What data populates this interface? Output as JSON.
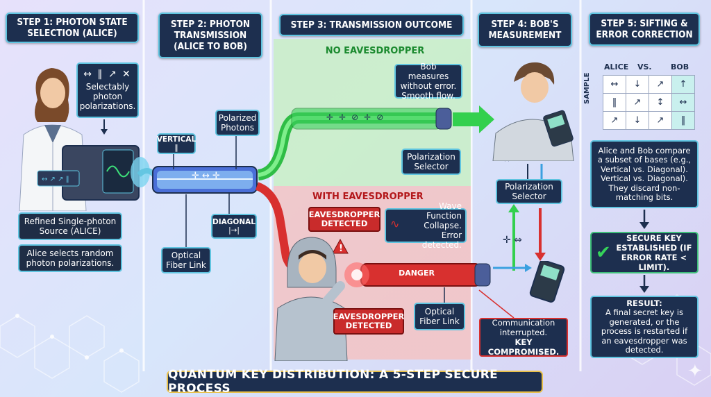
{
  "steps": [
    {
      "label": "STEP 1: PHOTON STATE SELECTION (ALICE)"
    },
    {
      "label": "STEP 2: PHOTON TRANSMISSION (ALICE TO BOB)"
    },
    {
      "label": "STEP 3: TRANSMISSION OUTCOME"
    },
    {
      "label": "STEP 4: BOB'S MEASUREMENT"
    },
    {
      "label": "STEP 5: SIFTING & ERROR CORRECTION"
    }
  ],
  "step1": {
    "polarization_symbols": "↔ ‖ ↗ ✕",
    "selectable_text": "Selectably photon polarizations.",
    "source_label": "Refined Single-photon Source (ALICE)",
    "alice_text": "Alice selects random photon polarizations."
  },
  "step2": {
    "vertical_label": "VERTICAL",
    "vertical_symbol": "‖",
    "polarized_label": "Polarized Photons",
    "diagonal_label": "DIAGONAL",
    "diagonal_symbol": "|→|",
    "fiber_label": "Optical Fiber Link"
  },
  "step3": {
    "no_eve_title": "NO EAVESDROPPER",
    "bob_ok_text": "Bob measures without error. Smooth flow.",
    "selector_label": "Polarization Selector",
    "with_eve_title": "WITH EAVESDROPPER",
    "eve_detected_1": "EAVESDROPPER DETECTED",
    "wave_text": "Wave Function Collapse. Error detected.",
    "danger_label": "DANGER",
    "eve_detected_2": "EAVESDROPPER DETECTED",
    "fiber_label": "Optical Fiber Link",
    "interrupt_text": "Communication interrupted.",
    "compromised_text": "KEY COMPROMISED."
  },
  "step4": {
    "selector_label": "Polarization Selector"
  },
  "step5": {
    "col_alice": "ALICE",
    "col_vs": "VS.",
    "col_bob": "BOB",
    "row_label": "SAMPLE",
    "grid": [
      [
        "↔",
        "↓",
        "↗",
        "↑"
      ],
      [
        "‖",
        "↗",
        "↕",
        "↔"
      ],
      [
        "↗",
        "↓",
        "↗",
        "‖"
      ]
    ],
    "compare_text": "Alice and Bob compare a subset of bases (e.g., Vertical vs. Diagonal). Vertical vs. Diagonal). They discard non-matching bits.",
    "secure_text": "SECURE KEY ESTABLISHED (IF ERROR RATE < LIMIT).",
    "result_title": "RESULT:",
    "result_text": "A final secret key is generated, or the process is restarted if an eavesdropper was detected."
  },
  "footer_title": "QUANTUM KEY DISTRIBUTION: A 5-STEP SECURE PROCESS",
  "colors": {
    "navy": "#1d2f4f",
    "cyan": "#5fc4e0",
    "green": "#35d35a",
    "red": "#d8302f",
    "teal": "#2a9a8a"
  }
}
